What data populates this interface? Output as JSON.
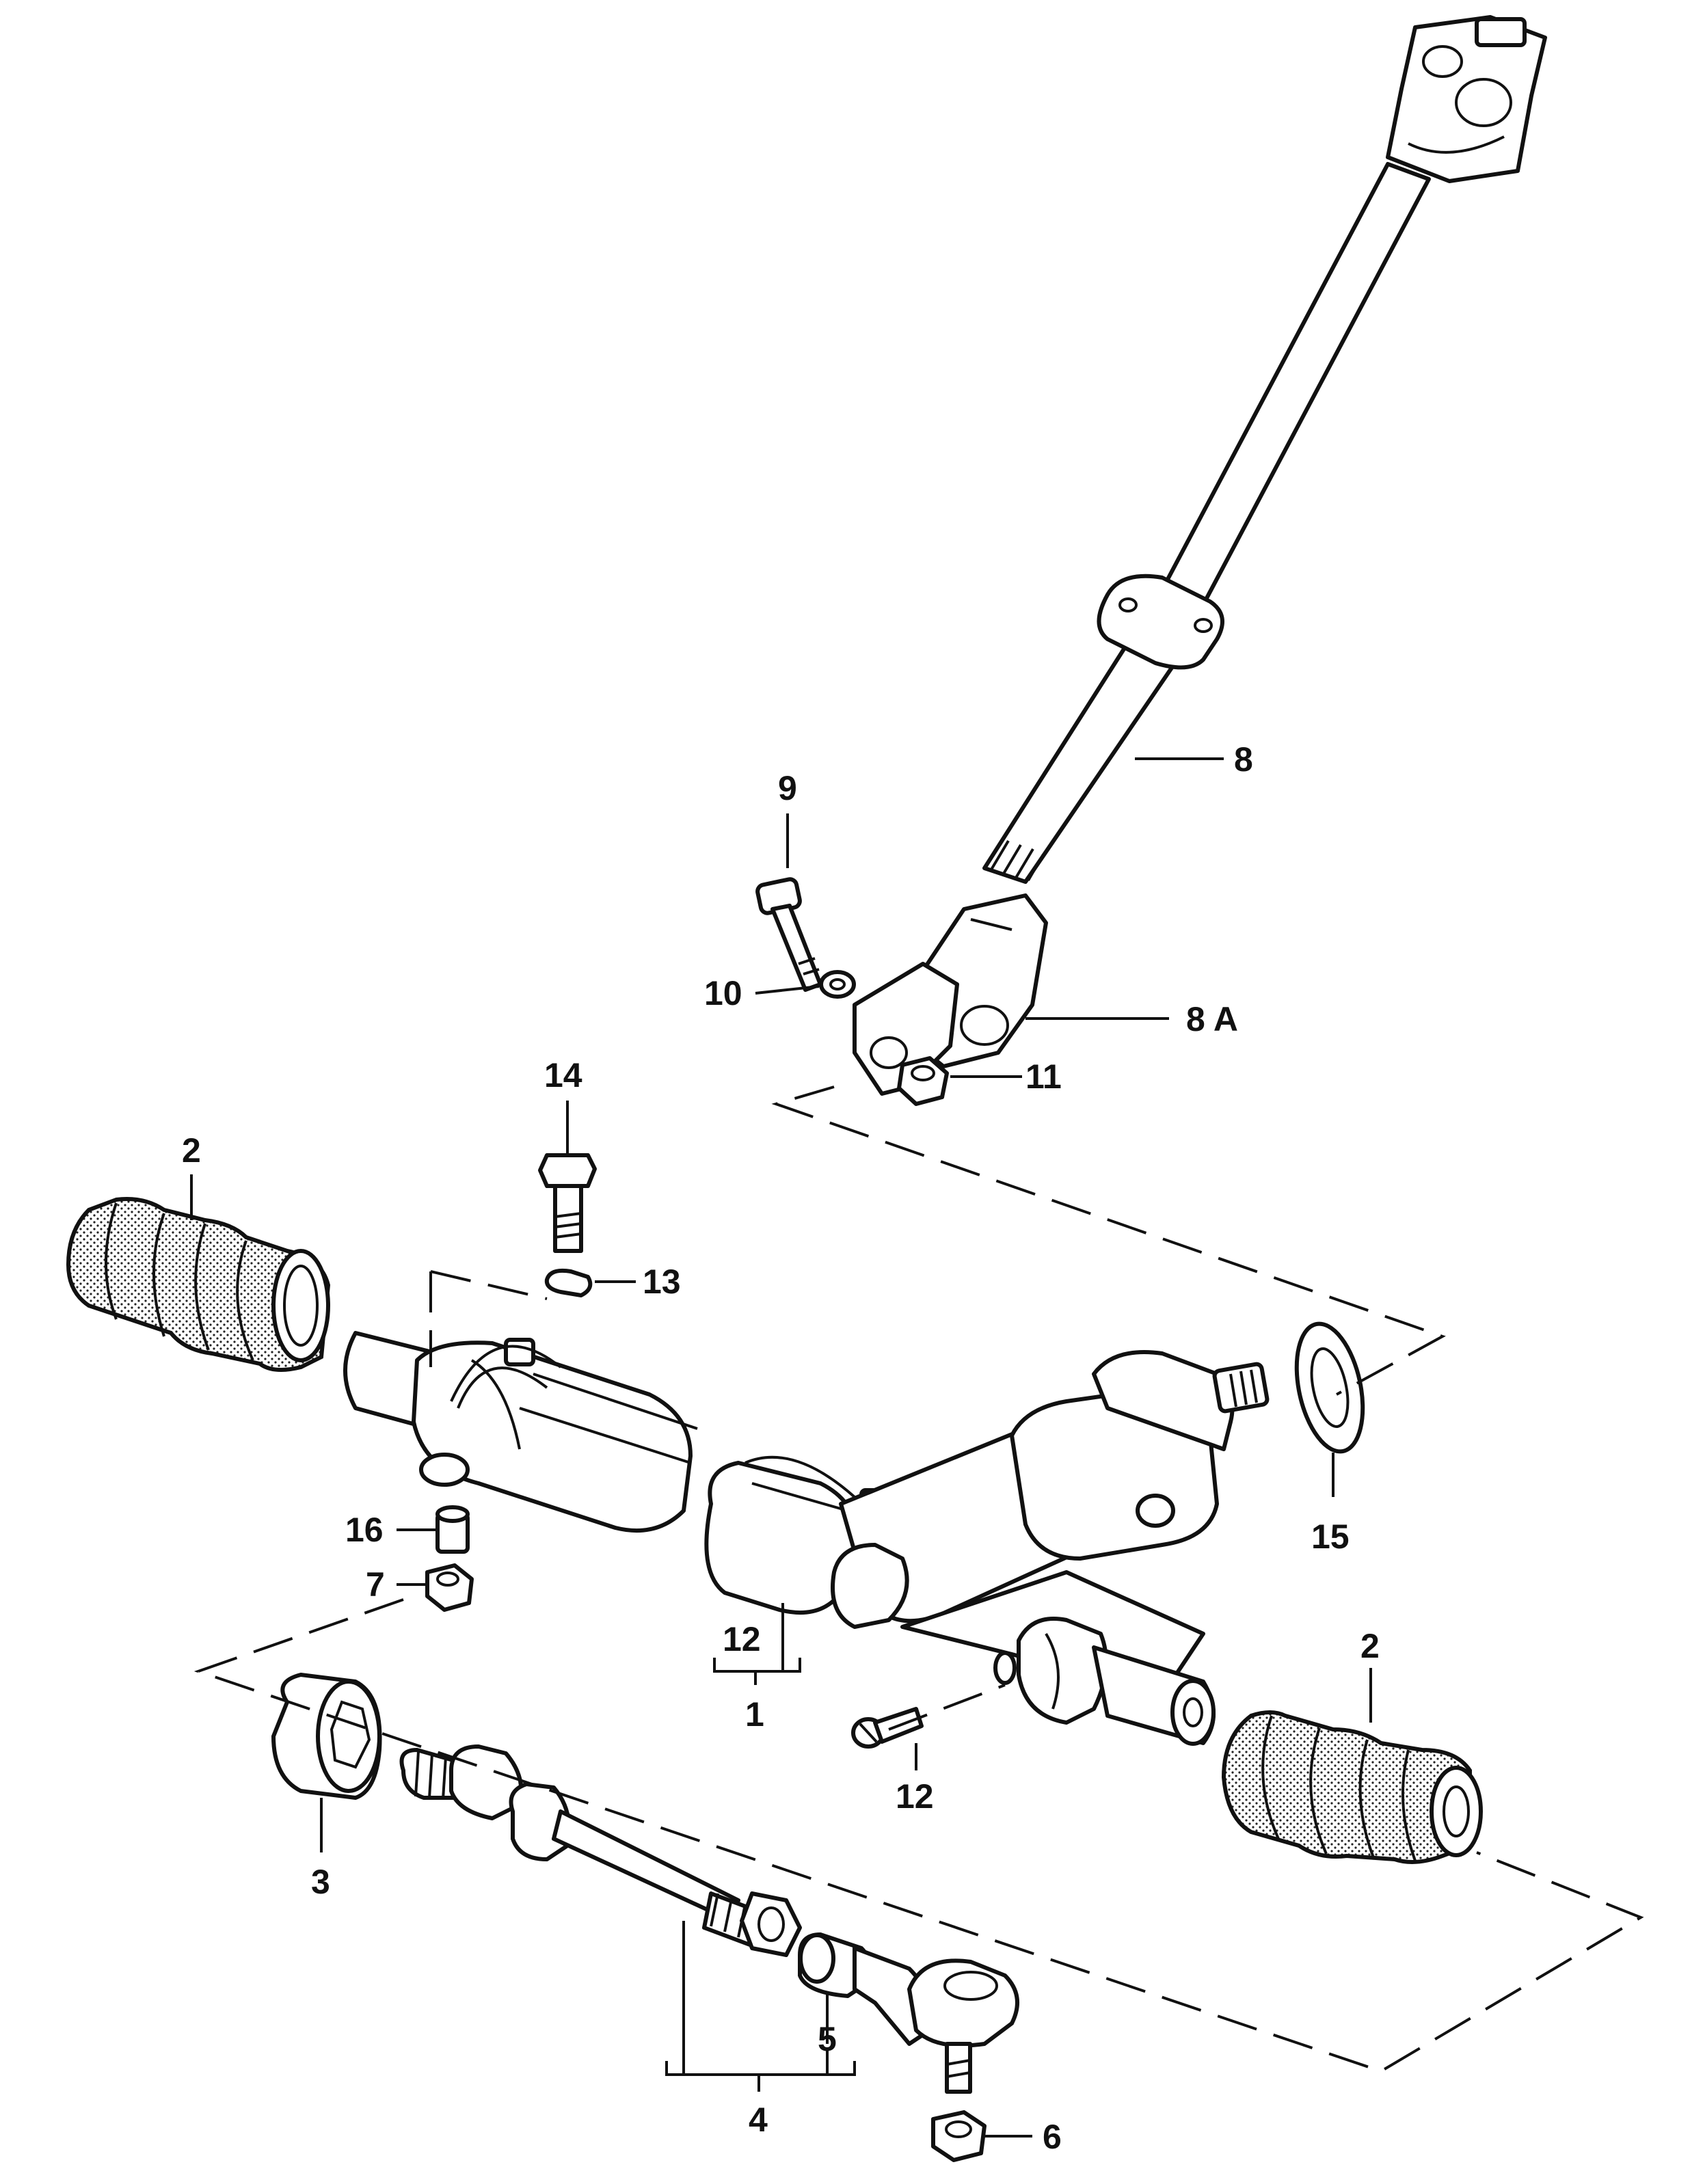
{
  "callouts": {
    "c1": "1",
    "c2a": "2",
    "c2b": "2",
    "c3": "3",
    "c4": "4",
    "c5": "5",
    "c6": "6",
    "c7": "7",
    "c8": "8",
    "c8a": "8 A",
    "c9": "9",
    "c10": "10",
    "c11": "11",
    "c12a": "12",
    "c12b": "12",
    "c13": "13",
    "c14": "14",
    "c15": "15",
    "c16": "16"
  }
}
